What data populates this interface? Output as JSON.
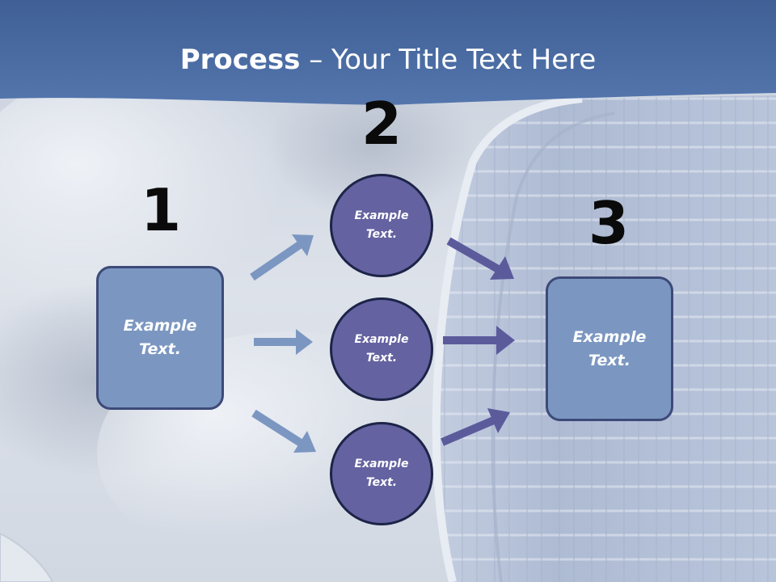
{
  "title": {
    "bold": "Process",
    "rest": " – Your Title Text Here"
  },
  "steps": [
    {
      "number": "1"
    },
    {
      "number": "2"
    },
    {
      "number": "3"
    }
  ],
  "left_box": {
    "text": "Example\nText."
  },
  "circles": [
    {
      "text": "Example\nText."
    },
    {
      "text": "Example\nText."
    },
    {
      "text": "Example\nText."
    }
  ],
  "right_box": {
    "text": "Example\nText."
  },
  "colors": {
    "header_band": "#4a69a0",
    "box_fill": "#7b97c1",
    "circle_fill": "#6462a0",
    "arrow_light": "#7b97c1",
    "arrow_dark": "#5b5b9c"
  }
}
